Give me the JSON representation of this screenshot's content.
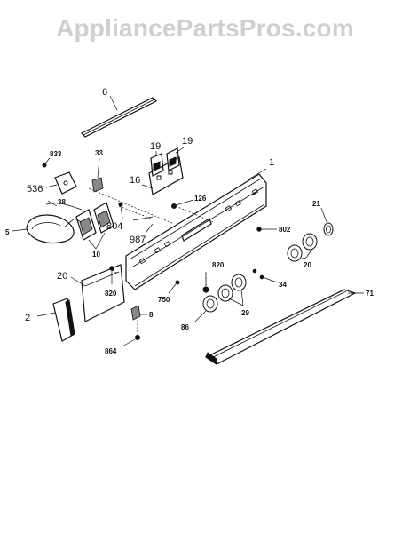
{
  "watermark": "AppliancePartsPros.com",
  "labels": {
    "l6": "6",
    "l19a": "19",
    "l19b": "19",
    "l1": "1",
    "l833": "833",
    "l33": "33",
    "l16": "16",
    "l536": "536",
    "l126": "126",
    "l38": "38",
    "l21": "21",
    "l5": "5",
    "l804": "804",
    "l987": "987",
    "l802": "802",
    "l10": "10",
    "l20a": "20",
    "l20b": "20",
    "l820a": "820",
    "l820b": "820",
    "l34": "34",
    "l71": "71",
    "l750": "750",
    "l2": "2",
    "l8": "8",
    "l29a": "29",
    "l29b": "29",
    "l86": "86",
    "l864": "864"
  }
}
